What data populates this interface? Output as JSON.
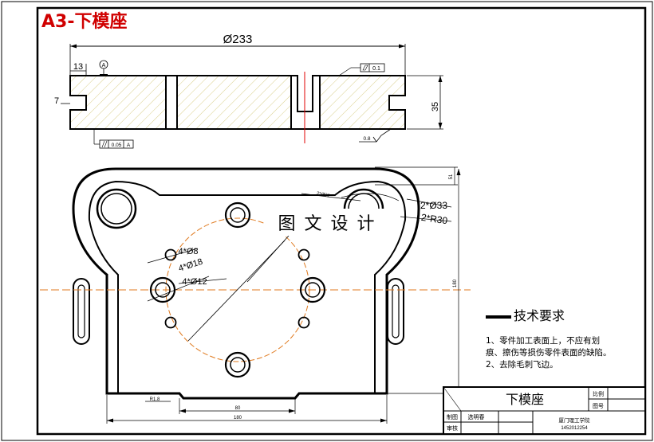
{
  "sheet": {
    "title": "A3-下模座"
  },
  "section_view": {
    "overall_diameter": "Ø233",
    "dim_left": "13",
    "dim_step": "7",
    "height": "35",
    "datum": "A",
    "flatness": "0.1",
    "parallelism_value": "0.05",
    "parallelism_datum": "A",
    "roughness": "0.8"
  },
  "plan_view": {
    "callout_hole8": "4*Ø8",
    "callout_hole18": "4*Ø18",
    "callout_hole12": "4*Ø12",
    "callout_hole33": "2*Ø33",
    "callout_r30": "2*R30",
    "callout_small": "2*Ø22",
    "dim_right_small": "51",
    "dim_height": "180",
    "dim_bottom_small": "80",
    "dim_bottom_width": "180",
    "dim_bottom_left": "R1.8"
  },
  "watermark": "图 文 设 计",
  "tech_req": {
    "heading": "技术要求",
    "line1": "1、零件加工表面上，不应有划",
    "line2": "痕、擦伤等损伤零件表面的缺陷。",
    "line3": "2、去除毛刺飞边。"
  },
  "title_block": {
    "part_name": "下模座",
    "scale_label": "比例",
    "drawing_no_label": "图号",
    "drafter_label": "制图",
    "drafter_name": "选明春",
    "reviewer_label": "审核",
    "school": "厦门理工学院",
    "student_no": "1452012254"
  }
}
